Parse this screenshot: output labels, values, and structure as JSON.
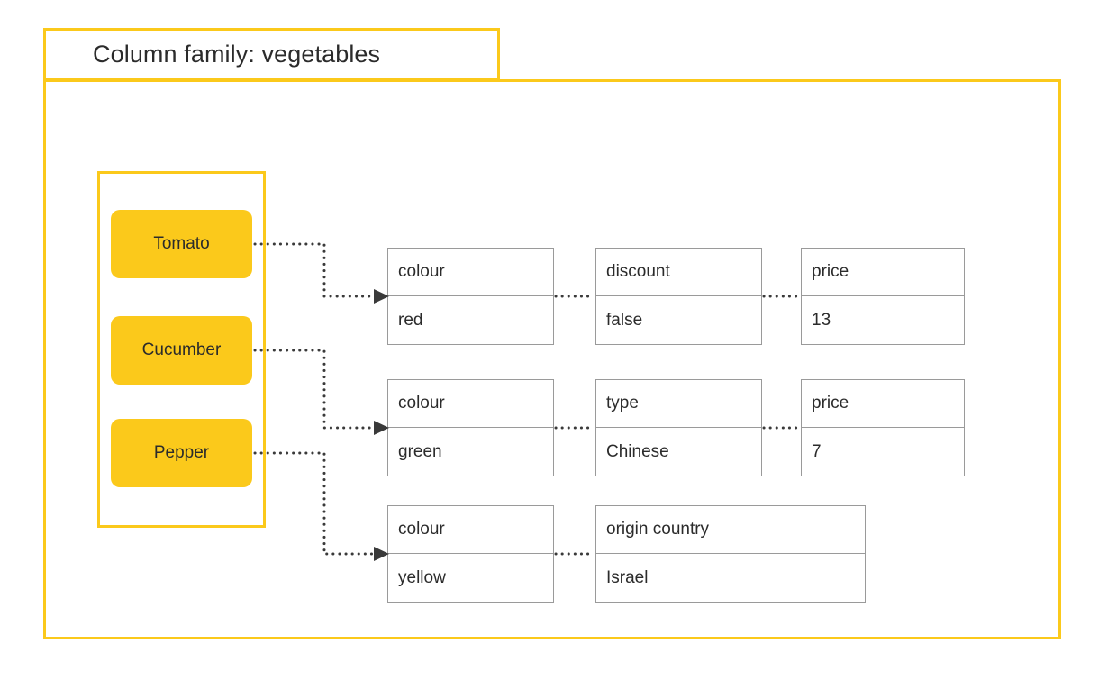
{
  "diagram": {
    "title": "Column family: vegetables",
    "colors": {
      "accent_yellow": "#FBC91B",
      "cell_border": "#9a9a9a",
      "text": "#2b2b2b",
      "connector": "#3a3a3a",
      "background": "#ffffff"
    },
    "row_keys": [
      {
        "label": "Tomato"
      },
      {
        "label": "Cucumber"
      },
      {
        "label": "Pepper"
      }
    ],
    "rows": [
      {
        "row_key": "Tomato",
        "cells": [
          {
            "key": "colour",
            "value": "red"
          },
          {
            "key": "discount",
            "value": "false"
          },
          {
            "key": "price",
            "value": "13"
          }
        ]
      },
      {
        "row_key": "Cucumber",
        "cells": [
          {
            "key": "colour",
            "value": "green"
          },
          {
            "key": "type",
            "value": "Chinese"
          },
          {
            "key": "price",
            "value": "7"
          }
        ]
      },
      {
        "row_key": "Pepper",
        "cells": [
          {
            "key": "colour",
            "value": "yellow"
          },
          {
            "key": "origin country",
            "value": "Israel"
          }
        ]
      }
    ]
  }
}
